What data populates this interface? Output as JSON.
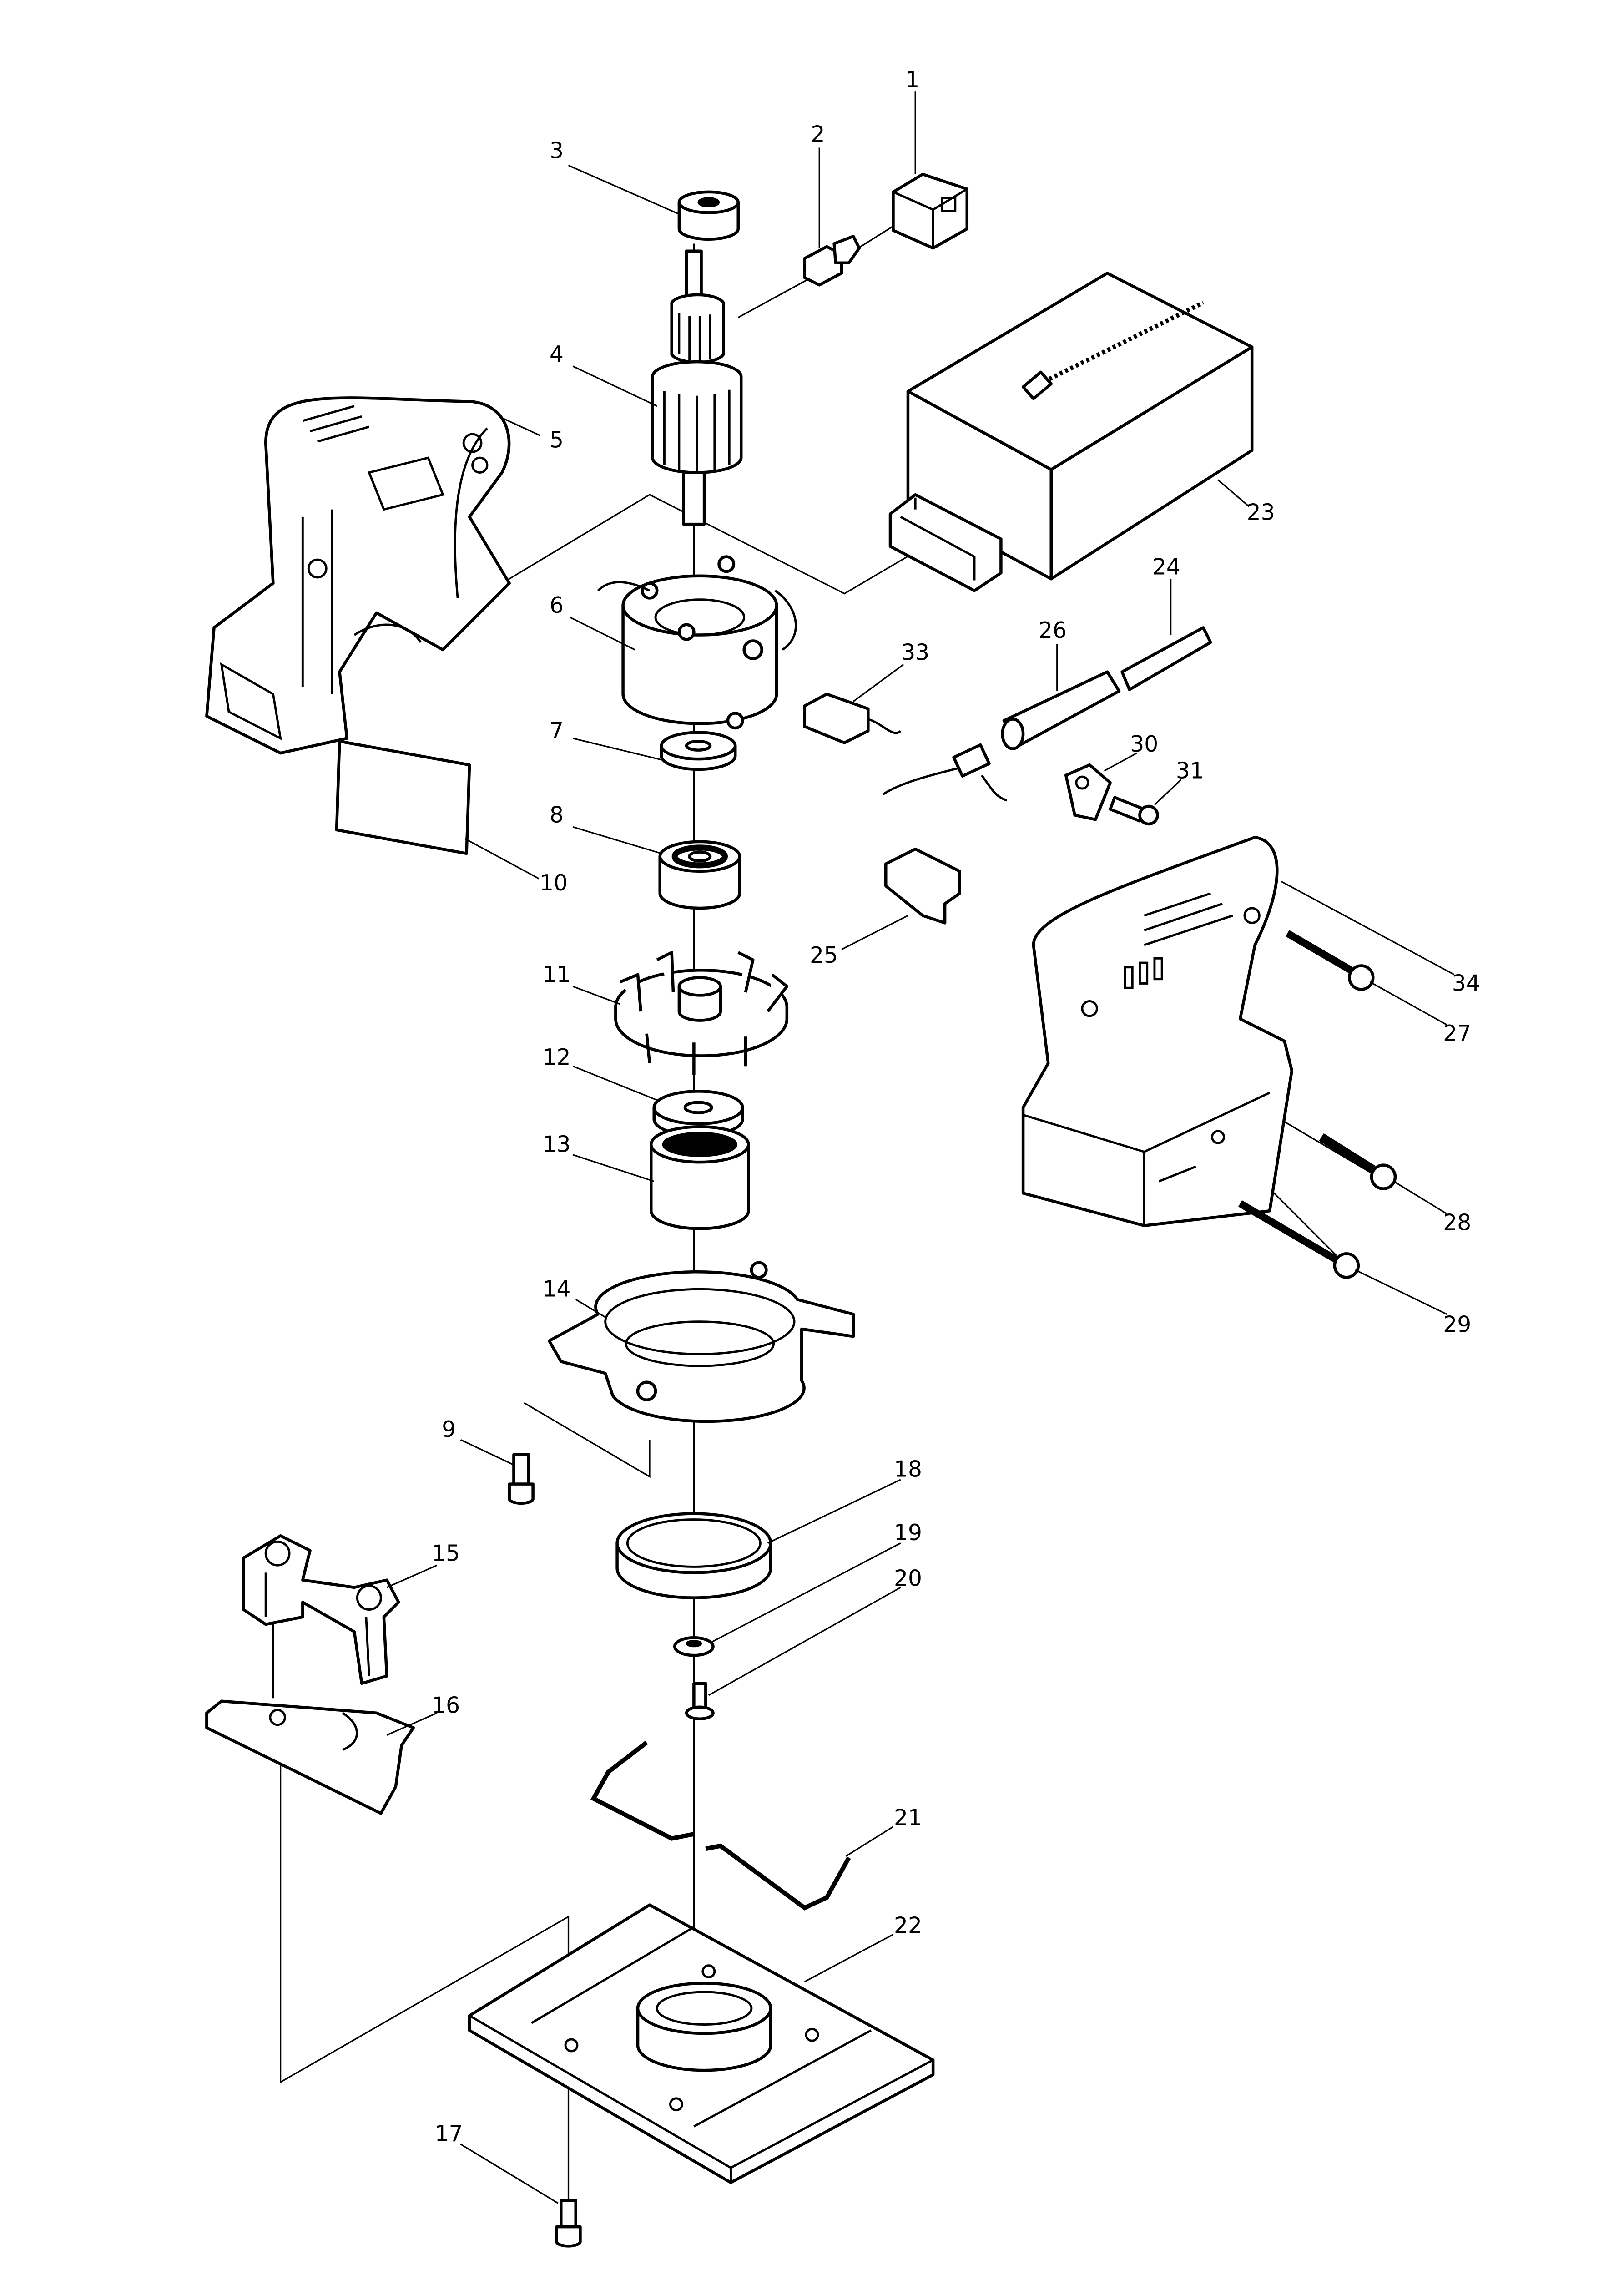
{
  "diagram": {
    "type": "exploded-parts-diagram",
    "callouts": [
      "1",
      "2",
      "3",
      "4",
      "5",
      "6",
      "7",
      "8",
      "9",
      "10",
      "11",
      "12",
      "13",
      "14",
      "15",
      "16",
      "17",
      "18",
      "19",
      "20",
      "21",
      "22",
      "23",
      "24",
      "25",
      "26",
      "27",
      "28",
      "29",
      "30",
      "31",
      "33",
      "34"
    ]
  }
}
